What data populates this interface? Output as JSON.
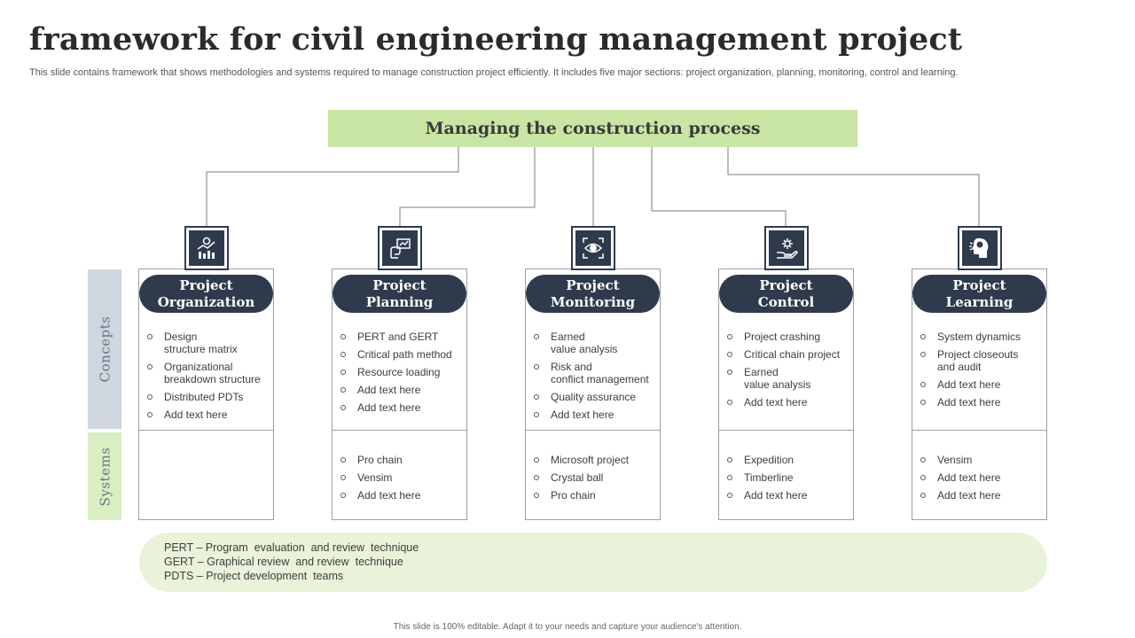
{
  "title": "framework for civil engineering management project",
  "subtitle": "This slide contains framework that shows methodologies and systems required to manage construction project efficiently. It includes five major sections: project organization, planning, monitoring, control and learning.",
  "banner": "Managing the construction process",
  "sidebar": {
    "concepts": "Concepts",
    "systems": "Systems"
  },
  "columns": [
    {
      "title1": "Project",
      "title2": "Organization",
      "icon": "chart-people-icon",
      "concepts": [
        "Design\nstructure matrix",
        "Organizational\nbreakdown structure",
        "Distributed PDTs",
        "Add text here"
      ],
      "systems": []
    },
    {
      "title1": "Project",
      "title2": "Planning",
      "icon": "hand-presentation-icon",
      "concepts": [
        "PERT and GERT",
        "Critical path method",
        "Resource loading",
        "Add text here",
        "Add text here"
      ],
      "systems": [
        "Pro chain",
        "Vensim",
        "Add text here"
      ]
    },
    {
      "title1": "Project",
      "title2": "Monitoring",
      "icon": "eye-focus-icon",
      "concepts": [
        "Earned\nvalue analysis",
        "Risk and\nconflict management",
        "Quality assurance",
        "Add text here"
      ],
      "systems": [
        "Microsoft project",
        "Crystal ball",
        "Pro chain"
      ]
    },
    {
      "title1": "Project",
      "title2": "Control",
      "icon": "hand-gear-icon",
      "concepts": [
        "Project crashing",
        "Critical chain project",
        "Earned\nvalue analysis",
        "Add text here"
      ],
      "systems": [
        "Expedition",
        "Timberline",
        "Add text here"
      ]
    },
    {
      "title1": "Project",
      "title2": "Learning",
      "icon": "head-brain-icon",
      "concepts": [
        "System dynamics",
        "Project closeouts\nand audit",
        "Add text here",
        "Add text here"
      ],
      "systems": [
        "Vensim",
        "Add text here",
        "Add text here"
      ]
    }
  ],
  "legend": [
    "PERT – Program  evaluation  and review  technique",
    "GERT – Graphical review  and review  technique",
    "PDTS – Project development  teams"
  ],
  "footer": "This slide is 100% editable. Adapt it to your needs and capture your audience's attention."
}
